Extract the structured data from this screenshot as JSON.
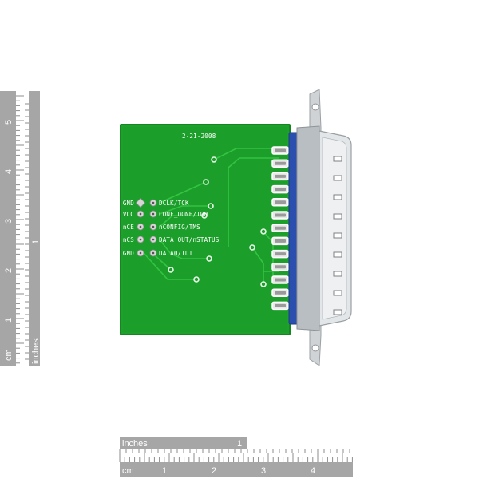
{
  "board": {
    "date_code": "2-21-2008",
    "pins_left": [
      "GND",
      "VCC",
      "nCE",
      "nCS",
      "GND"
    ],
    "pins_right": [
      "DCLK/TCK",
      "CONF_DONE/TDO",
      "nCONFIG/TMS",
      "DATA_OUT/nSTATUS",
      "DATA0/TDI"
    ]
  },
  "ruler_vertical": {
    "unit_cm": "cm",
    "unit_inches": "inches",
    "cm_marks": [
      "1",
      "2",
      "3",
      "4",
      "5"
    ],
    "inch_marks": [
      "1"
    ]
  },
  "ruler_horizontal": {
    "unit_inches": "inches",
    "unit_cm": "cm",
    "inch_marks": [
      "1"
    ],
    "cm_marks": [
      "1",
      "2",
      "3",
      "4"
    ]
  },
  "colors": {
    "pcb": "#1c9e2b",
    "pcb_edge": "#158622",
    "trace": "#2cbf3a",
    "silkscreen": "#ffffff",
    "connector_metal": "#d9dcdf",
    "connector_blue": "#2a4fae",
    "ruler_gray": "#9a9a9a"
  }
}
